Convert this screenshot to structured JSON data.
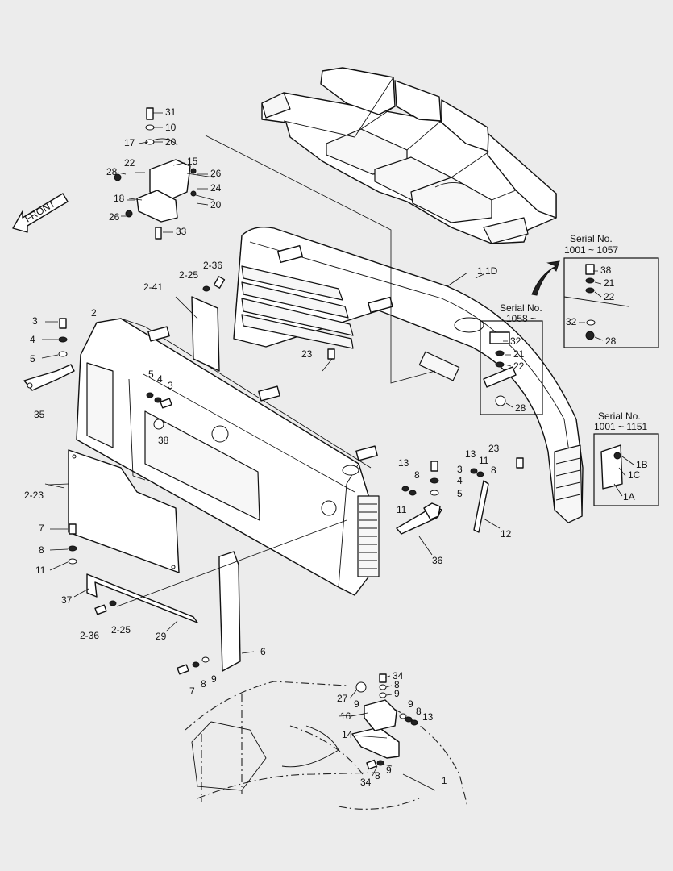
{
  "front_label": "FRONT",
  "serial_boxes": [
    {
      "title": "Serial No.",
      "range": "1001 ~ 1057"
    },
    {
      "title": "Serial No.",
      "range": "1058 ~"
    },
    {
      "title": "Serial No.",
      "range": "1001 ~ 1151"
    }
  ],
  "labels": {
    "l31": "31",
    "l10": "10",
    "l20a": "20",
    "l17": "17",
    "l15": "15",
    "l22a": "22",
    "l28a": "28",
    "l26a": "26",
    "l24": "24",
    "l18": "18",
    "l20b": "20",
    "l26b": "26",
    "l33": "33",
    "l1_1d": "1,1D",
    "l2_36a": "2-36",
    "l2_25a": "2-25",
    "l2_41": "2-41",
    "l2": "2",
    "l3a": "3",
    "l4a": "4",
    "l5a": "5",
    "l35": "35",
    "l5b": "5",
    "l4b": "4",
    "l3b": "3",
    "l38a": "38",
    "l23a": "23",
    "l2_23": "2-23",
    "l7a": "7",
    "l8a": "8",
    "l11a": "11",
    "l37": "37",
    "l2_36b": "2-36",
    "l2_25b": "2-25",
    "l29": "29",
    "l13a": "13",
    "l8b": "8",
    "l11b": "11",
    "l3c": "3",
    "l4c": "4",
    "l5c": "5",
    "l13b": "13",
    "l11c": "11",
    "l8c": "8",
    "l23b": "23",
    "l12": "12",
    "l36": "36",
    "l6": "6",
    "l7b": "7",
    "l8d": "8",
    "l9a": "9",
    "l38b": "38",
    "l21a": "21",
    "l22b": "22",
    "l32a": "32",
    "l28b": "28",
    "l32b": "32",
    "l21b": "21",
    "l22c": "22",
    "l28c": "28",
    "l1b": "1B",
    "l1c": "1C",
    "l1a": "1A",
    "l34a": "34",
    "l8e": "8",
    "l9b": "9",
    "l27": "27",
    "l9c": "9",
    "l16": "16",
    "l9d": "9",
    "l8f": "8",
    "l13c": "13",
    "l14": "14",
    "l34b": "34",
    "l8g": "8",
    "l9e": "9",
    "l1": "1"
  }
}
